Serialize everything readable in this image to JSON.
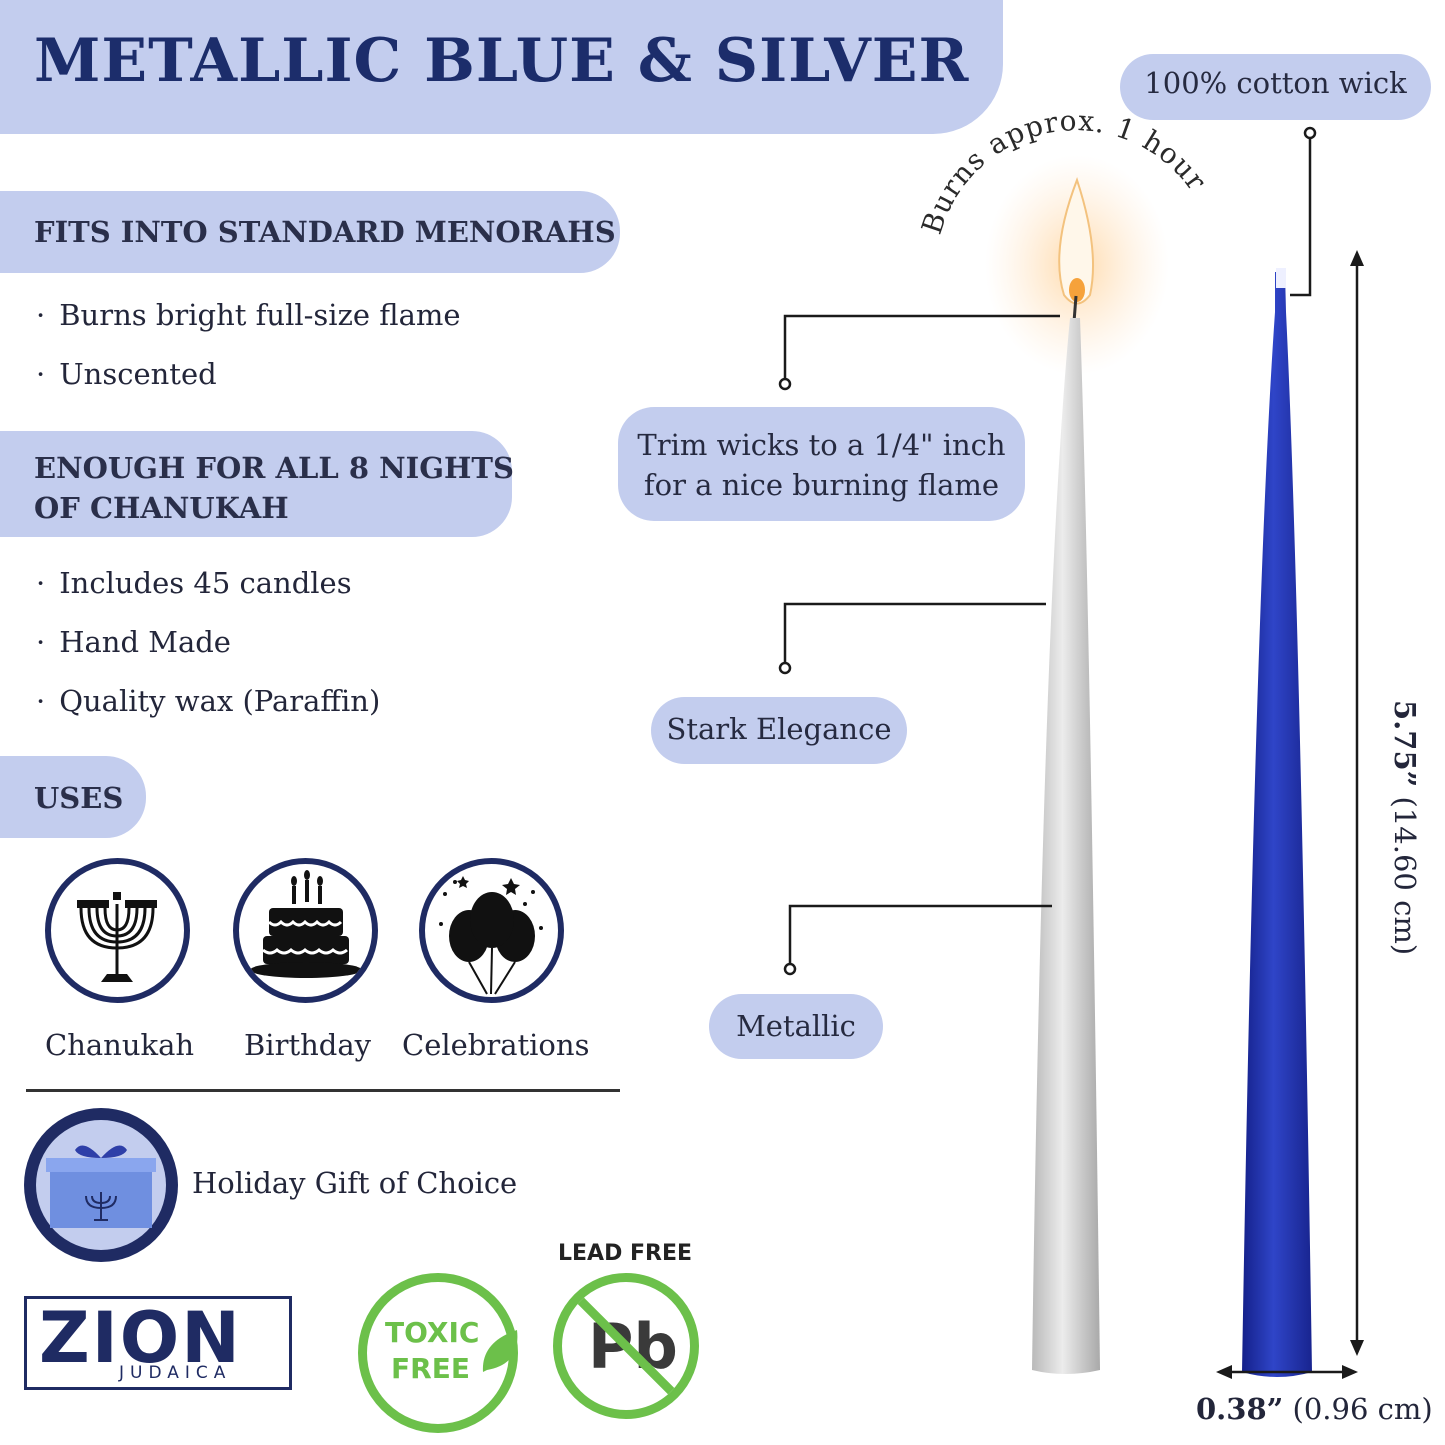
{
  "title": "METALLIC BLUE & SILVER",
  "sections": [
    {
      "heading": "FITS INTO STANDARD MENORAHS",
      "bullets": [
        "Burns bright full-size flame",
        "Unscented"
      ]
    },
    {
      "heading_line1": "ENOUGH FOR ALL 8 NIGHTS",
      "heading_line2": "OF CHANUKAH",
      "bullets": [
        "Includes 45 candles",
        "Hand Made",
        "Quality wax (Paraffin)"
      ]
    },
    {
      "heading": "USES"
    }
  ],
  "uses": [
    {
      "label": "Chanukah",
      "icon": "menorah-icon"
    },
    {
      "label": "Birthday",
      "icon": "birthday-cake-icon"
    },
    {
      "label": "Celebrations",
      "icon": "balloons-icon"
    }
  ],
  "gift": {
    "label": "Holiday Gift of Choice",
    "icon": "gift-box-icon"
  },
  "brand": {
    "name": "ZION",
    "sub": "JUDAICA"
  },
  "badges": {
    "toxic_line1": "TOXIC",
    "toxic_line2": "FREE",
    "lead_label": "LEAD FREE",
    "lead_symbol": "Pb"
  },
  "callouts": {
    "wick": "100% cotton wick",
    "burn_time": "Burns approx. 1 hour",
    "trim_line1": "Trim wicks to a 1/4\" inch",
    "trim_line2": "for a nice burning flame",
    "elegance": "Stark Elegance",
    "metallic": "Metallic"
  },
  "dimensions": {
    "height_main": "5.75”",
    "height_sub": "(14.60 cm)",
    "width_main": "0.38”",
    "width_sub": "(0.96 cm)"
  },
  "colors": {
    "accent_pill": "#c3cdee",
    "navy": "#1f2b63",
    "candle_blue": "#2434a8",
    "candle_silver": "#c9c9c9",
    "badge_green": "#6cc04a"
  }
}
